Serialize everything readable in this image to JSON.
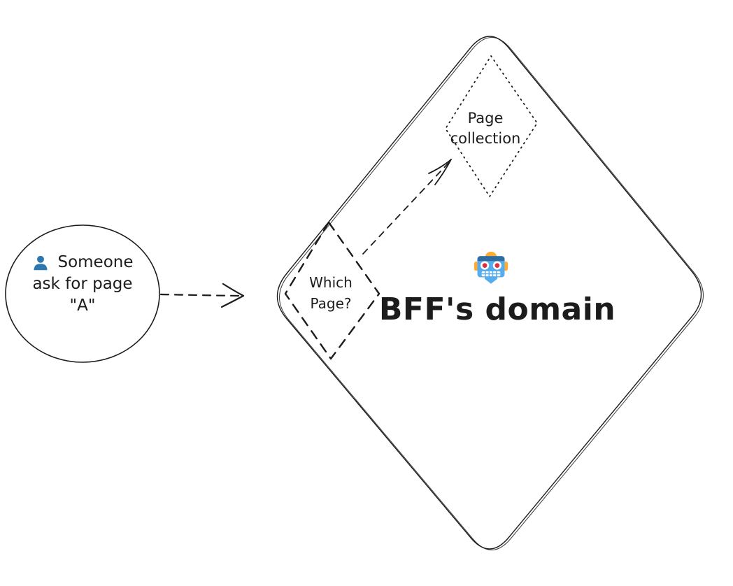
{
  "diagram": {
    "actor_node": {
      "shape": "circle",
      "icon": "person-icon",
      "lines": [
        "Someone",
        "ask for page",
        "\"A\""
      ]
    },
    "bff_domain_node": {
      "shape": "rounded-diamond",
      "icon": "robot-icon",
      "label": "BFF's domain"
    },
    "which_page_node": {
      "shape": "dashed-diamond",
      "lines": [
        "Which",
        "Page?"
      ]
    },
    "page_collection_node": {
      "shape": "dotted-diamond",
      "lines": [
        "Page",
        "collection"
      ]
    },
    "arrows": [
      {
        "name": "actor-to-bff-domain",
        "style": "dashed",
        "from": "actor_node",
        "to": "bff_domain_node"
      },
      {
        "name": "which-page-to-page-collection",
        "style": "dashed",
        "from": "which_page_node",
        "to": "page_collection_node"
      }
    ],
    "colors": {
      "stroke": "#1c1c1c",
      "background": "#ffffff",
      "person_icon_blue": "#2e77ae",
      "robot_blue": "#55acee",
      "robot_band_blue": "#2f6d9e",
      "robot_orange": "#ffac33",
      "robot_red": "#dd2e44",
      "robot_white": "#ffffff"
    }
  }
}
